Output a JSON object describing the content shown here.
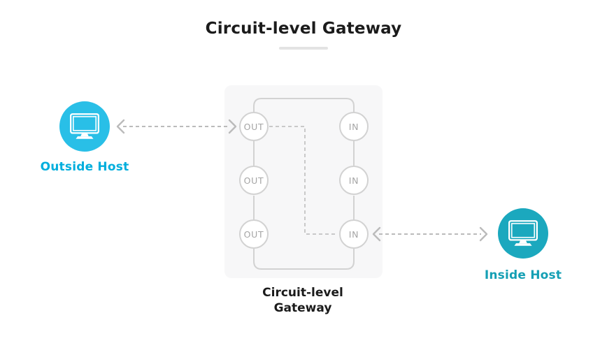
{
  "title": {
    "text": "Circuit-level Gateway"
  },
  "gateway": {
    "caption_line1": "Circuit-level",
    "caption_line2": "Gateway",
    "out_ports": [
      "OUT",
      "OUT",
      "OUT"
    ],
    "in_ports": [
      "IN",
      "IN",
      "IN"
    ]
  },
  "hosts": {
    "outside": {
      "label": "Outside Host",
      "icon": "monitor-icon"
    },
    "inside": {
      "label": "Inside Host",
      "icon": "monitor-icon"
    }
  },
  "colors": {
    "outside_circle": "#29BFE7",
    "outside_label": "#00AEDD",
    "inside_circle": "#1BA8BE",
    "inside_label": "#149FB4",
    "box_fill": "#F7F7F8",
    "line": "#D2D2D2",
    "dash": "#C9C9C9",
    "arrow": "#BBBBBB",
    "port_text": "#A5A5A5",
    "ink": "#1B1B1B",
    "divider": "#E3E3E3"
  }
}
